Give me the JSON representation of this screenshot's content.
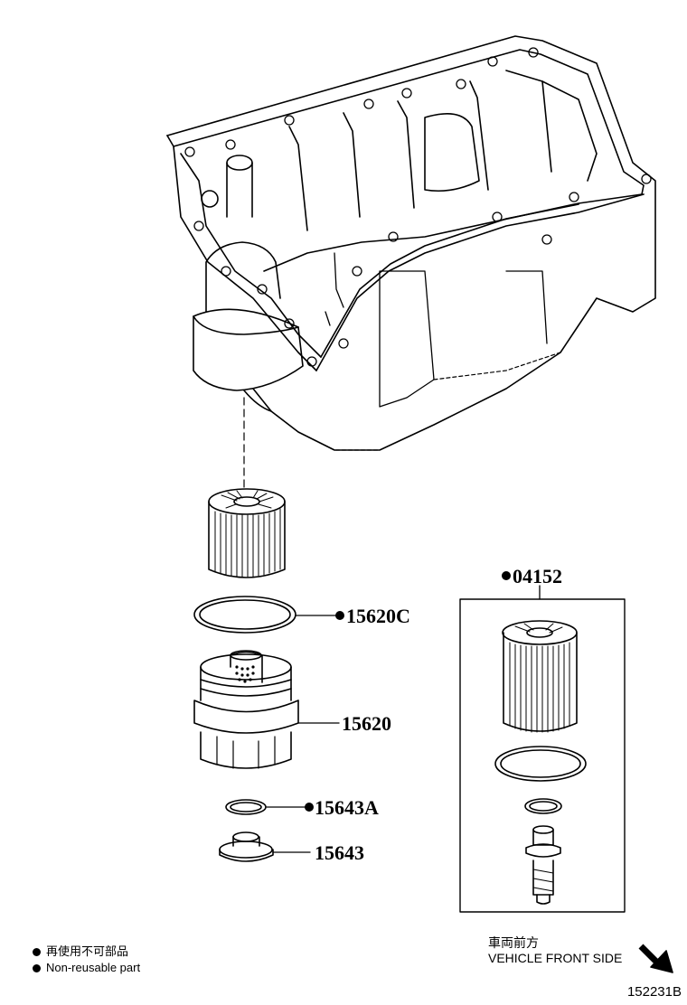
{
  "parts": {
    "kit": "04152",
    "gasket": "15620C",
    "cap": "15620",
    "oring": "15643A",
    "plug": "15643"
  },
  "legend": {
    "line1": "再使用不可部品",
    "line2": "Non-reusable part"
  },
  "direction": {
    "jp": "車両前方",
    "en": "VEHICLE FRONT SIDE"
  },
  "figure_number": "152231B"
}
